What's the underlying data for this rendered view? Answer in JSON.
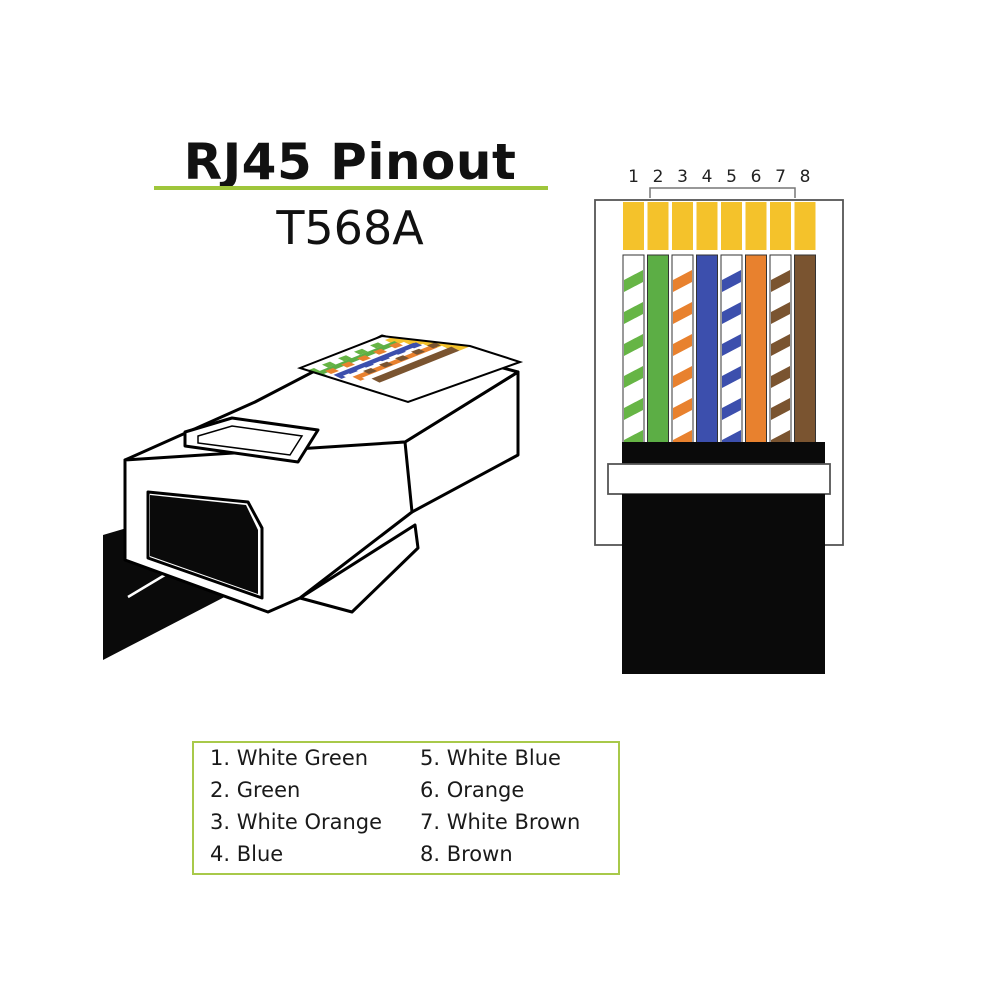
{
  "title": "RJ45 Pinout",
  "subtitle": "T568A",
  "pins": [
    {
      "number": "1",
      "name": "White Green",
      "color": "#66b545",
      "striped": true
    },
    {
      "number": "2",
      "name": "Green",
      "color": "#5cae45",
      "striped": false
    },
    {
      "number": "3",
      "name": "White Orange",
      "color": "#e8812e",
      "striped": true
    },
    {
      "number": "4",
      "name": "Blue",
      "color": "#3c4fad",
      "striped": false
    },
    {
      "number": "5",
      "name": "White Blue",
      "color": "#3c4fad",
      "striped": true
    },
    {
      "number": "6",
      "name": "Orange",
      "color": "#e8812e",
      "striped": false
    },
    {
      "number": "7",
      "name": "White Brown",
      "color": "#7a5430",
      "striped": true
    },
    {
      "number": "8",
      "name": "Brown",
      "color": "#7a5430",
      "striped": false
    }
  ],
  "legend": [
    "1. White Green",
    "2. Green",
    "3. White Orange",
    "4. Blue",
    "5. White Blue",
    "6. Orange",
    "7. White Brown",
    "8. Brown"
  ],
  "colors": {
    "accent": "#9fc63b",
    "contact": "#f4c22b",
    "cable": "#0a0a0a"
  }
}
